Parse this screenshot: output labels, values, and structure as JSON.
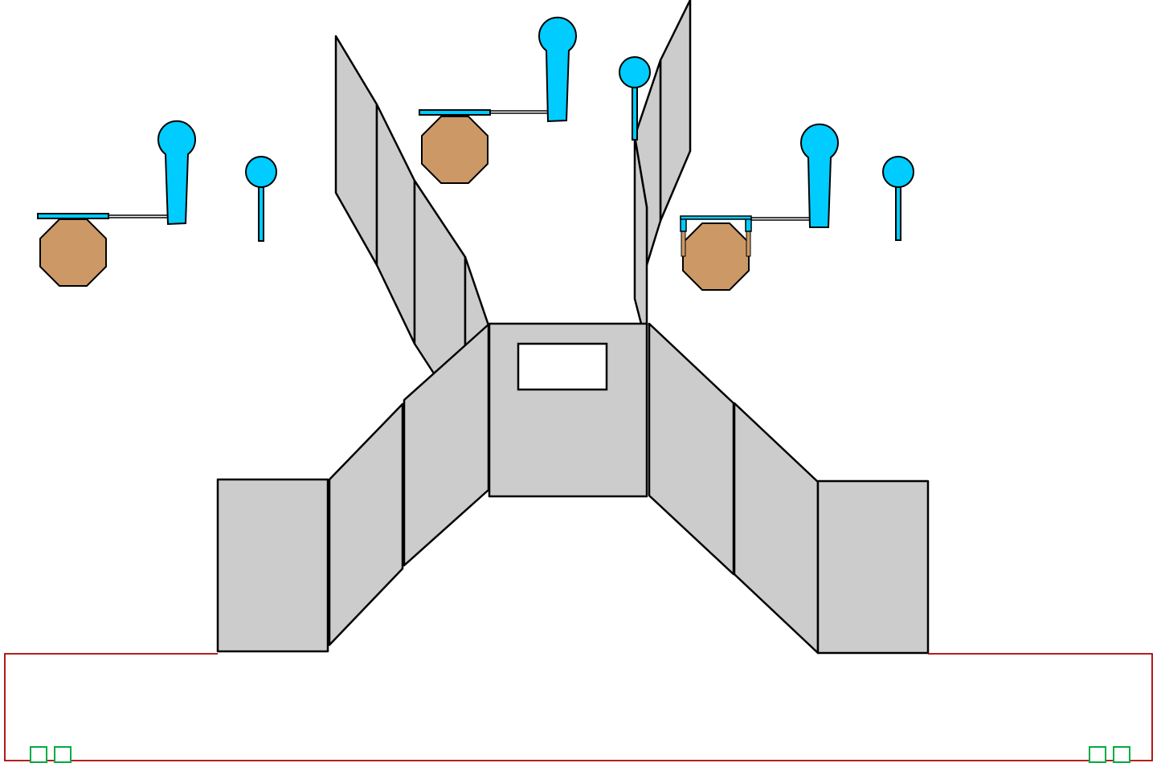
{
  "colors": {
    "background": "#ffffff",
    "wall_fill": "#cccccc",
    "wall_stroke": "#000000",
    "target_fill": "#cc9966",
    "popper_fill": "#00ccff",
    "start_area_stroke": "#aa0000",
    "start_marker_stroke": "#00aa44",
    "port_fill": "#ffffff"
  },
  "stage": {
    "walls": [
      "wall-left-box",
      "wall-left-diagonal-1",
      "wall-left-diagonal-2",
      "wall-center-with-port",
      "wall-right-diagonal-1",
      "wall-right-diagonal-2",
      "wall-right-box",
      "wall-upper-left-1",
      "wall-upper-left-2",
      "wall-upper-left-3",
      "wall-upper-left-4",
      "wall-upper-right-1",
      "wall-upper-right-2"
    ],
    "target_groups": [
      {
        "name": "left",
        "paper_target": "octagon-target",
        "activator": "popper",
        "static_popper": "popper"
      },
      {
        "name": "center",
        "paper_target": "octagon-target",
        "activator": "popper",
        "static_popper": "popper"
      },
      {
        "name": "right",
        "paper_target": "octagon-target-swinger",
        "activator": "popper",
        "static_popper": "popper"
      }
    ],
    "start_markers": [
      "start-box",
      "start-box",
      "start-box",
      "start-box"
    ]
  }
}
